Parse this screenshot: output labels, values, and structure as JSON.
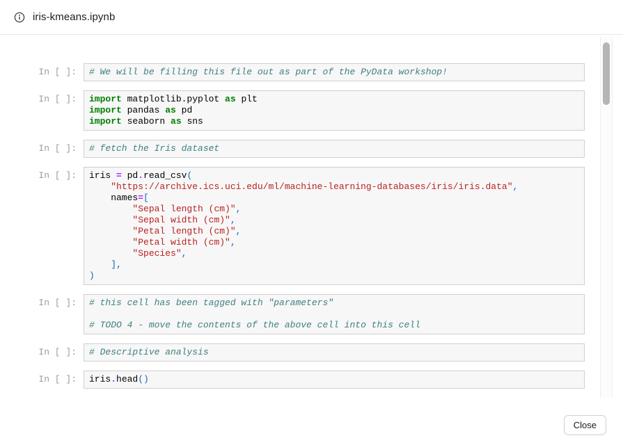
{
  "window": {
    "title": "iris-kmeans.ipynb"
  },
  "footer": {
    "close_label": "Close"
  },
  "colors": {
    "keyword": "#008000",
    "string": "#BA2121",
    "comment": "#408080",
    "operator": "#AA22FF",
    "punctuation": "#1565C0",
    "plain": "#000000",
    "prompt": "#9B9B9B",
    "cell_background": "#F7F7F7",
    "cell_border": "#CFCFCF",
    "header_border": "#E8E8E8",
    "scrollbar_thumb": "#B5B5B5"
  },
  "notebook": {
    "prompt": "In [ ]:",
    "cells": [
      {
        "lines": [
          [
            {
              "t": "c",
              "s": "# We will be filling this file out as part of the PyData workshop!"
            }
          ]
        ]
      },
      {
        "lines": [
          [
            {
              "t": "k",
              "s": "import"
            },
            {
              "t": "n",
              "s": " matplotlib.pyplot "
            },
            {
              "t": "k",
              "s": "as"
            },
            {
              "t": "n",
              "s": " plt"
            }
          ],
          [
            {
              "t": "k",
              "s": "import"
            },
            {
              "t": "n",
              "s": " pandas "
            },
            {
              "t": "k",
              "s": "as"
            },
            {
              "t": "n",
              "s": " pd"
            }
          ],
          [
            {
              "t": "k",
              "s": "import"
            },
            {
              "t": "n",
              "s": " seaborn "
            },
            {
              "t": "k",
              "s": "as"
            },
            {
              "t": "n",
              "s": " sns"
            }
          ]
        ]
      },
      {
        "lines": [
          [
            {
              "t": "c",
              "s": "# fetch the Iris dataset"
            }
          ]
        ]
      },
      {
        "lines": [
          [
            {
              "t": "n",
              "s": "iris "
            },
            {
              "t": "o",
              "s": "="
            },
            {
              "t": "n",
              "s": " pd"
            },
            {
              "t": "o",
              "s": "."
            },
            {
              "t": "n",
              "s": "read_csv"
            },
            {
              "t": "p",
              "s": "("
            }
          ],
          [
            {
              "t": "n",
              "s": "    "
            },
            {
              "t": "s",
              "s": "\"https://archive.ics.uci.edu/ml/machine-learning-databases/iris/iris.data\""
            },
            {
              "t": "p",
              "s": ","
            }
          ],
          [
            {
              "t": "n",
              "s": "    names"
            },
            {
              "t": "o",
              "s": "="
            },
            {
              "t": "p",
              "s": "["
            }
          ],
          [
            {
              "t": "n",
              "s": "        "
            },
            {
              "t": "s",
              "s": "\"Sepal length (cm)\""
            },
            {
              "t": "p",
              "s": ","
            }
          ],
          [
            {
              "t": "n",
              "s": "        "
            },
            {
              "t": "s",
              "s": "\"Sepal width (cm)\""
            },
            {
              "t": "p",
              "s": ","
            }
          ],
          [
            {
              "t": "n",
              "s": "        "
            },
            {
              "t": "s",
              "s": "\"Petal length (cm)\""
            },
            {
              "t": "p",
              "s": ","
            }
          ],
          [
            {
              "t": "n",
              "s": "        "
            },
            {
              "t": "s",
              "s": "\"Petal width (cm)\""
            },
            {
              "t": "p",
              "s": ","
            }
          ],
          [
            {
              "t": "n",
              "s": "        "
            },
            {
              "t": "s",
              "s": "\"Species\""
            },
            {
              "t": "p",
              "s": ","
            }
          ],
          [
            {
              "t": "n",
              "s": "    "
            },
            {
              "t": "p",
              "s": "],"
            }
          ],
          [
            {
              "t": "p",
              "s": ")"
            }
          ]
        ]
      },
      {
        "lines": [
          [
            {
              "t": "c",
              "s": "# this cell has been tagged with \"parameters\""
            }
          ],
          [],
          [
            {
              "t": "c",
              "s": "# TODO 4 - move the contents of the above cell into this cell"
            }
          ]
        ]
      },
      {
        "lines": [
          [
            {
              "t": "c",
              "s": "# Descriptive analysis"
            }
          ]
        ]
      },
      {
        "lines": [
          [
            {
              "t": "n",
              "s": "iris"
            },
            {
              "t": "o",
              "s": "."
            },
            {
              "t": "n",
              "s": "head"
            },
            {
              "t": "p",
              "s": "()"
            }
          ]
        ]
      }
    ]
  }
}
